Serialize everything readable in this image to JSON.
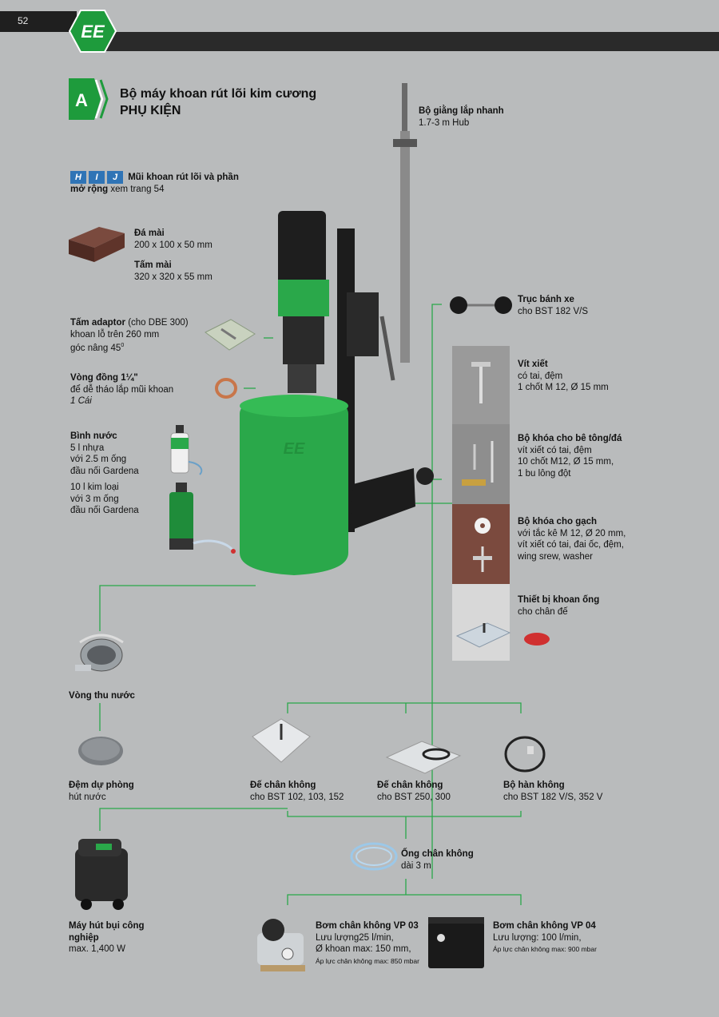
{
  "page": {
    "number": "52",
    "brand_logo": "EE"
  },
  "section": {
    "letter": "A",
    "title_line1": "Bộ máy khoan rút lõi kim cương",
    "title_line2": "PHỤ KIỆN"
  },
  "reference": {
    "tags": [
      "H",
      "I",
      "J"
    ],
    "text_bold_1": "Mũi khoan rút lõi và phần",
    "text_bold_2": "mở rộng",
    "text_rest": " xem trang 54"
  },
  "items": {
    "grinding_stone": {
      "title": "Đá mài",
      "size": "200 x 100 x 50 mm"
    },
    "grinding_plate": {
      "title": "Tấm mài",
      "size": "320 x 320 x 55 mm"
    },
    "adaptor_plate": {
      "title": "Tấm adaptor",
      "note": " (cho DBE 300)",
      "line2": "khoan lỗ trên 260 mm",
      "line3": "góc nâng 45",
      "line3_sup": "0"
    },
    "copper_ring": {
      "title": "Vòng đồng 1¼\"",
      "line2": "để dễ tháo lắp mũi khoan",
      "line3": "1 Cái"
    },
    "water_tank": {
      "title": "Bình nước",
      "a1": "5 l nhựa",
      "a2": "với 2.5 m ống",
      "a3": "đầu nối Gardena",
      "b1": "10 l kim loại",
      "b2": "với 3 m ống",
      "b3": "đầu nối Gardena"
    },
    "quick_column": {
      "title": "Bộ giằng lắp nhanh",
      "line2": "1.7-3 m Hub"
    },
    "wheel_axle": {
      "title": "Trục bánh xe",
      "line2": "cho BST 182 V/S"
    },
    "bolt": {
      "title": "Vít xiết",
      "line2": "có tai, đệm",
      "line3": "1 chốt M 12, Ø 15 mm"
    },
    "concrete_kit": {
      "title": "Bộ khóa cho bê tông/đá",
      "line2": "vít xiết có tai, đệm",
      "line3": "10 chốt M12, Ø 15 mm,",
      "line4": "1 bu lông đột"
    },
    "brick_kit": {
      "title": "Bộ khóa cho gạch",
      "line2": "với tắc kê M 12, Ø 20 mm,",
      "line3": "vít xiết có tai, đai ốc, đệm,",
      "line4": "wing srew, washer"
    },
    "pipe_device": {
      "title": "Thiết bị khoan ống",
      "line2": "cho chân đế"
    },
    "water_collector": {
      "title": "Vòng thu nước"
    },
    "spare_pad": {
      "title": "Đệm dự phòng",
      "line2": "hút nước"
    },
    "vacuum_cleaner": {
      "title1": "Máy hút bụi công",
      "title2": "nghiệp",
      "line2": "max. 1,400 W"
    },
    "vacuum_base_1": {
      "title": "Đế chân không",
      "line2": "cho BST 102, 103, 152"
    },
    "vacuum_base_2": {
      "title": "Đế chân không",
      "line2": "cho BST 250, 300"
    },
    "vacuum_seal": {
      "title": "Bộ hàn không",
      "line2": "cho BST 182 V/S, 352 V"
    },
    "vacuum_hose": {
      "title": "Ống chân không",
      "line2": "dài 3 m"
    },
    "pump_vp03": {
      "title": "Bơm chân không VP 03",
      "line2": "Lưu lượng25 l/min,",
      "line3": "Ø khoan max: 150 mm,",
      "line4": "Áp lực chân không max: 850 mbar"
    },
    "pump_vp04": {
      "title": "Bơm chân không VP 04",
      "line2": "Lưu lượng: 100 l/min,",
      "line3": "Áp lực chân không max: 900 mbar"
    }
  },
  "colors": {
    "accent_green": "#1e9b3c",
    "line_green": "#2aa84a",
    "header_dark": "#2a2a2a",
    "background": "#b9bbbc"
  }
}
